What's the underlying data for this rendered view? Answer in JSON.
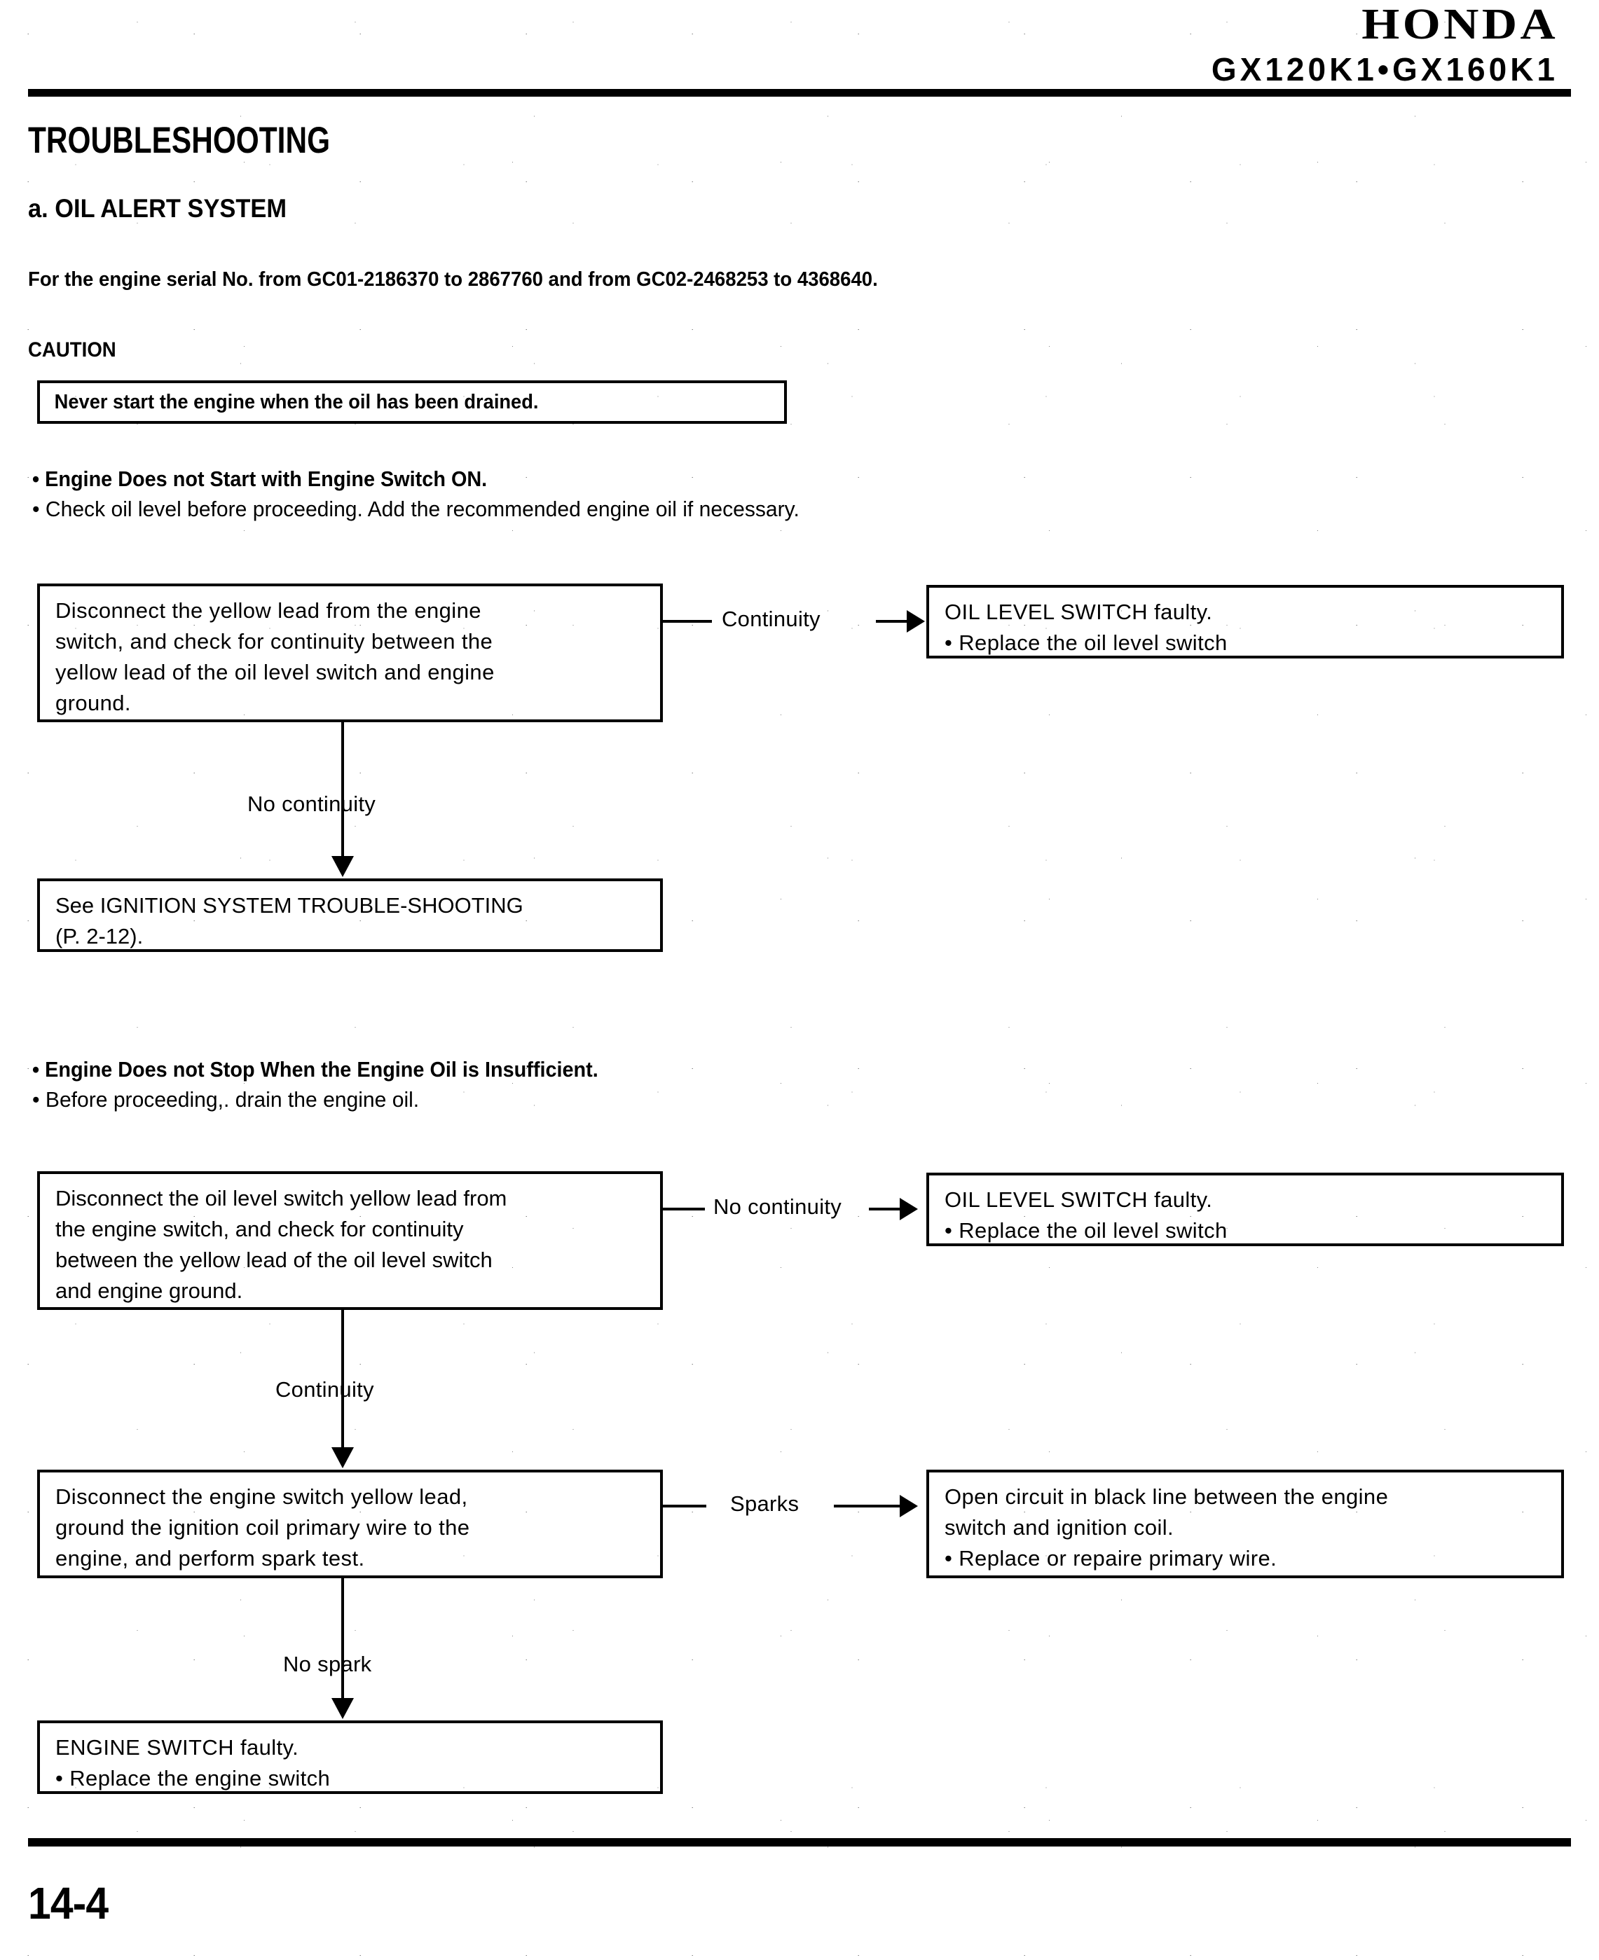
{
  "header": {
    "brand": "HONDA",
    "model": "GX120K1•GX160K1"
  },
  "page_title": "TROUBLESHOOTING",
  "section_title": "a. OIL ALERT SYSTEM",
  "serial_note": "For the engine serial No. from GC01-2186370 to 2867760 and from GC02-2468253 to 4368640.",
  "caution": {
    "label": "CAUTION",
    "text": "Never start the engine when the oil has been drained."
  },
  "intro_1": {
    "line1": "• Engine Does not Start with Engine Switch ON.",
    "line2": "• Check oil level before proceeding. Add the recommended engine oil if necessary."
  },
  "intro_2": {
    "line1": "• Engine Does not Stop When the Engine Oil is Insufficient.",
    "line2": "• Before proceeding,. drain the engine oil."
  },
  "flow_1": {
    "box_a": "Disconnect the yellow lead from the engine\nswitch, and check for continuity between the\nyellow lead of the oil level switch and engine\nground.",
    "label_a_to_b": "Continuity",
    "box_b": "OIL LEVEL SWITCH faulty.\n• Replace the oil level switch",
    "label_a_to_c": "No continuity",
    "box_c": "See IGNITION SYSTEM TROUBLE-SHOOTING\n(P. 2-12)."
  },
  "flow_2": {
    "box_a": "Disconnect the oil level switch yellow lead from\nthe engine switch, and check for continuity\nbetween the yellow lead of the oil level switch\nand engine ground.",
    "label_a_to_b": "No continuity",
    "box_b": "OIL LEVEL SWITCH faulty.\n• Replace the oil level switch",
    "label_a_to_c": "Continuity",
    "box_c": "Disconnect the engine switch yellow lead,\nground the ignition coil primary wire to the\nengine, and perform spark test.",
    "label_c_to_d": "Sparks",
    "box_d": "Open circuit in black line between the engine\nswitch and ignition coil.\n• Replace or repaire primary wire.",
    "label_c_to_e": "No spark",
    "box_e": "ENGINE SWITCH faulty.\n• Replace the engine switch"
  },
  "page_number": "14-4"
}
